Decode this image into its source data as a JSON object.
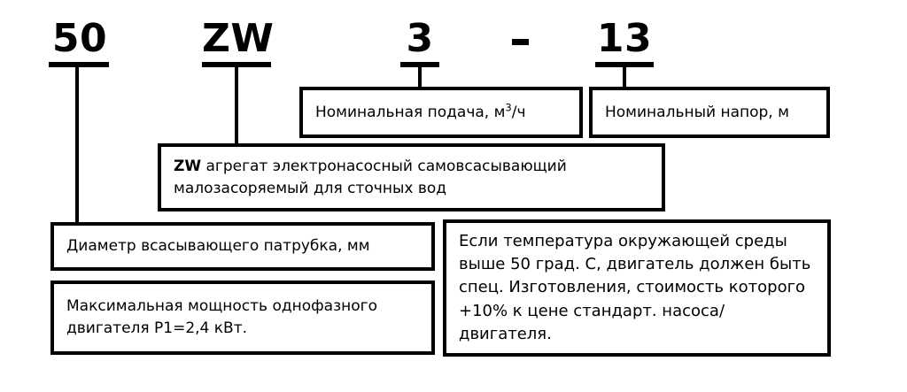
{
  "diagram": {
    "title_code": "50ZW3-13",
    "ink_color": "#000000",
    "background_color": "#ffffff",
    "code_tokens": [
      {
        "id": "suction-diameter",
        "text": "50"
      },
      {
        "id": "series",
        "text": "ZW"
      },
      {
        "id": "flow",
        "text": "3"
      },
      {
        "id": "separator",
        "text": "-"
      },
      {
        "id": "head",
        "text": "13"
      }
    ],
    "callouts": {
      "flow": "Номинальная подача, м³/ч",
      "flow_unit_base": "Номинальная подача, м",
      "flow_unit_sup": "3",
      "flow_unit_tail": "/ч",
      "head": "Номинальный напор, м",
      "series_bold": "ZW",
      "series_rest": " агрегат электронасосный самовсасывающий малозасоряемый для сточных вод",
      "suction_diameter": "Диаметр всасывающего патрубка, мм",
      "motor_power": "Максимальная мощность однофазного двигателя Р1=2,4 кВт.",
      "temperature_note": "Если температура окружающей среды выше 50 град. С, двигатель должен быть спец. Изготовления, стоимость которого +10% к цене стандарт. насоса/двигателя."
    }
  }
}
